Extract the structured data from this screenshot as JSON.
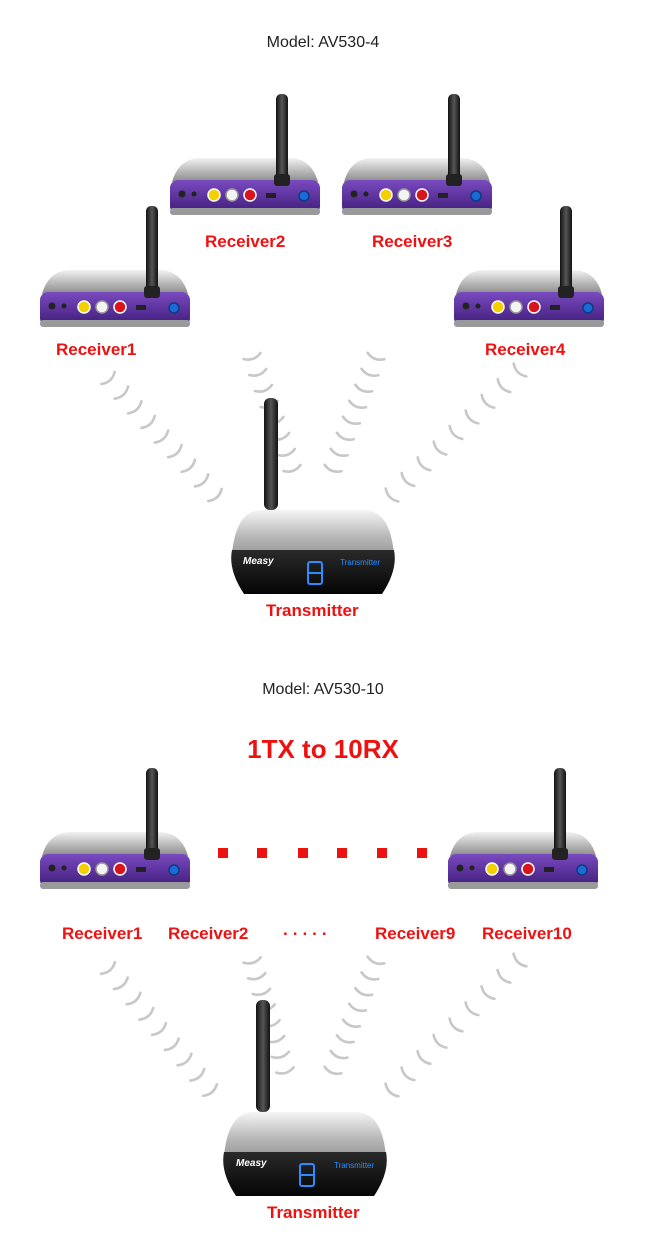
{
  "section1": {
    "model": "Model: AV530-4",
    "receivers": [
      "Receiver1",
      "Receiver2",
      "Receiver3",
      "Receiver4"
    ],
    "transmitter_label": "Transmitter",
    "brand": "Measy",
    "display_digit": "8",
    "panel_text": "Transmitter"
  },
  "section2": {
    "model": "Model: AV530-10",
    "headline": "1TX to 10RX",
    "receivers": [
      "Receiver1",
      "Receiver2",
      "Receiver9",
      "Receiver10"
    ],
    "ellipsis": ".....",
    "transmitter_label": "Transmitter",
    "brand": "Measy",
    "display_digit": "8",
    "panel_text": "Transmitter"
  },
  "colors": {
    "label_red": "#ee1111",
    "receiver_purple": "#5a2a9a",
    "display_blue": "#2a8cff"
  }
}
